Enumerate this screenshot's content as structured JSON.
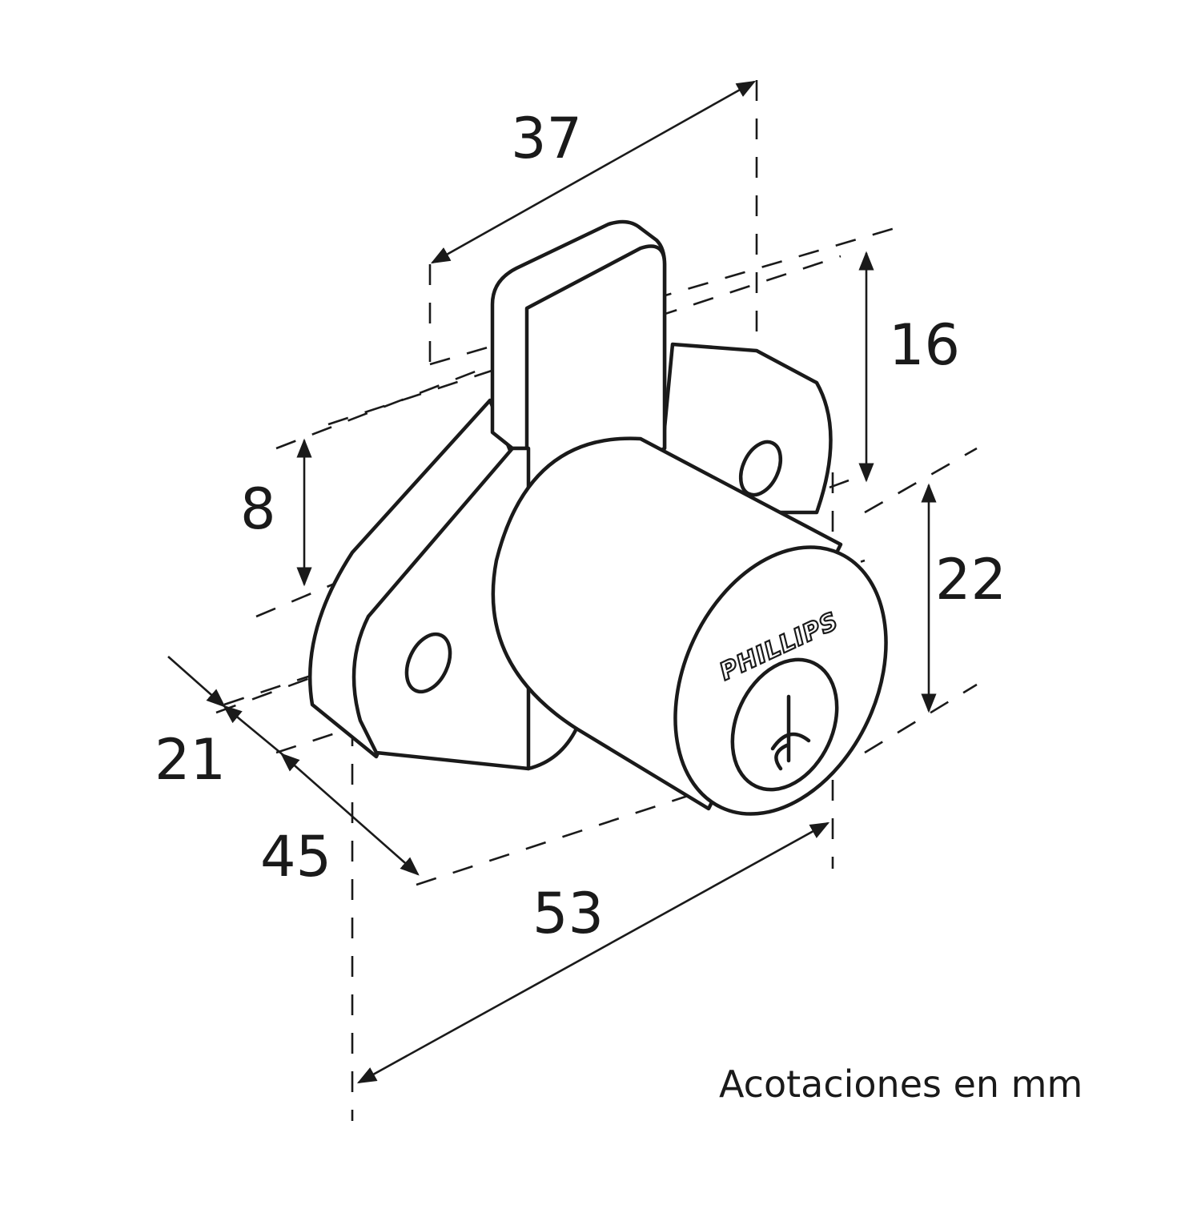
{
  "diagram": {
    "dimensions": {
      "d37": "37",
      "d16": "16",
      "d8": "8",
      "d22": "22",
      "d21": "21",
      "d45": "45",
      "d53": "53"
    },
    "brand_label": "PHILLIPS",
    "units_note": "Acotaciones en mm",
    "colors": {
      "line": "#1a1a1a",
      "background": "#ffffff"
    }
  }
}
